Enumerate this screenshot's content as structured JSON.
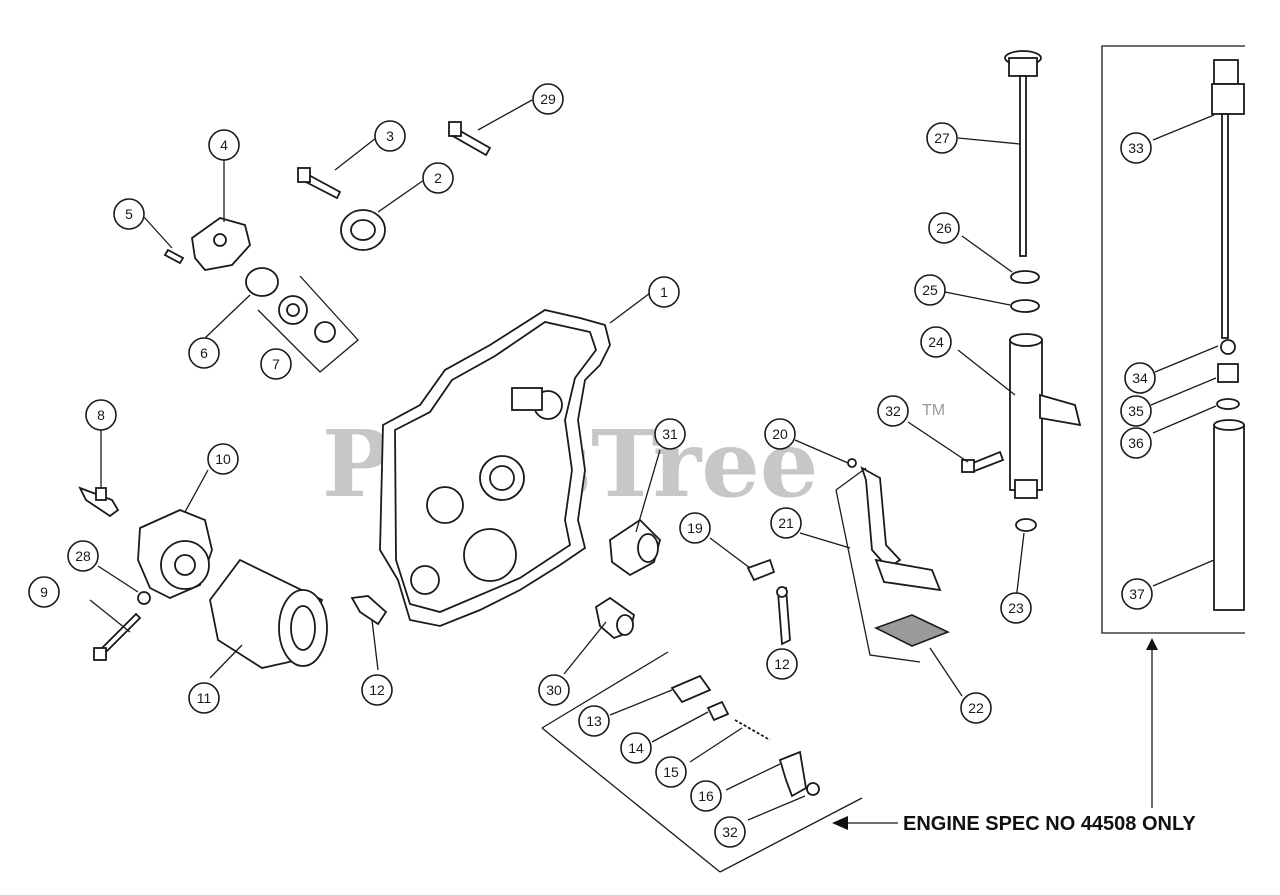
{
  "watermark": {
    "brand": "PartsTree",
    "trademark": "TM"
  },
  "note": {
    "text": "ENGINE SPEC NO 44508 ONLY"
  },
  "callouts": {
    "c1": "1",
    "c2": "2",
    "c3": "3",
    "c4": "4",
    "c5": "5",
    "c6": "6",
    "c7": "7",
    "c8": "8",
    "c9": "9",
    "c10": "10",
    "c11": "11",
    "c12a": "12",
    "c12b": "12",
    "c13": "13",
    "c14": "14",
    "c15": "15",
    "c16": "16",
    "c19": "19",
    "c20": "20",
    "c21": "21",
    "c22": "22",
    "c23": "23",
    "c24": "24",
    "c25": "25",
    "c26": "26",
    "c27": "27",
    "c28": "28",
    "c29": "29",
    "c30": "30",
    "c31": "31",
    "c32a": "32",
    "c32b": "32",
    "c33": "33",
    "c34": "34",
    "c35": "35",
    "c36": "36",
    "c37": "37"
  }
}
